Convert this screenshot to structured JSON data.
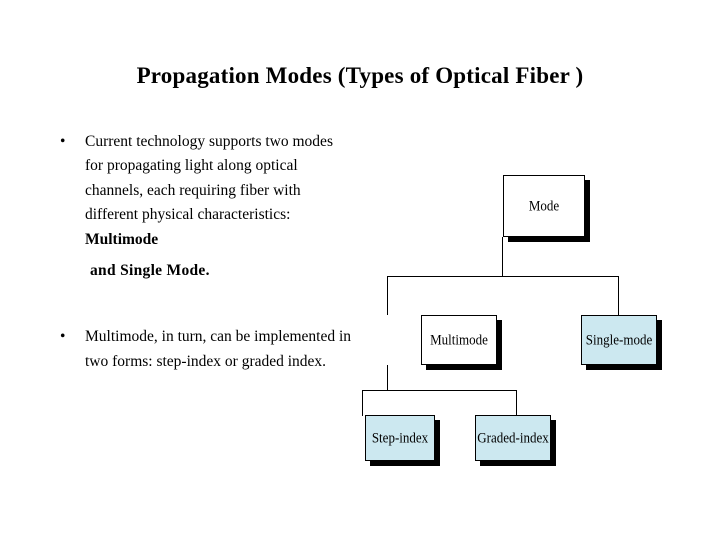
{
  "slide": {
    "title": "Propagation Modes (Types of Optical Fiber )",
    "bullets": [
      {
        "marker": "•",
        "text_before_bold": "Current technology supports two  modes for propagating light along optical channels, each requiring fiber with different physical characteristics: ",
        "bold_inline": "Multimode",
        "sub_line": "and  Single Mode."
      },
      {
        "marker": "•",
        "text_before_bold": "Multimode, in turn, can be implemented in two forms: step-index or graded index.",
        "bold_inline": "",
        "sub_line": ""
      }
    ]
  },
  "diagram": {
    "nodes": [
      {
        "id": "mode",
        "label": "Mode"
      },
      {
        "id": "multimode",
        "label": "Multimode"
      },
      {
        "id": "single-mode",
        "label": "Single-mode"
      },
      {
        "id": "step-index",
        "label": "Step-index"
      },
      {
        "id": "graded-index",
        "label": "Graded-index"
      }
    ]
  },
  "colors": {
    "page_background": "#ffffff",
    "text": "#000000",
    "node_fill_white": "#ffffff",
    "node_fill_blue": "#cce8f0",
    "node_border": "#000000",
    "node_shadow": "#000000",
    "connector": "#000000"
  }
}
